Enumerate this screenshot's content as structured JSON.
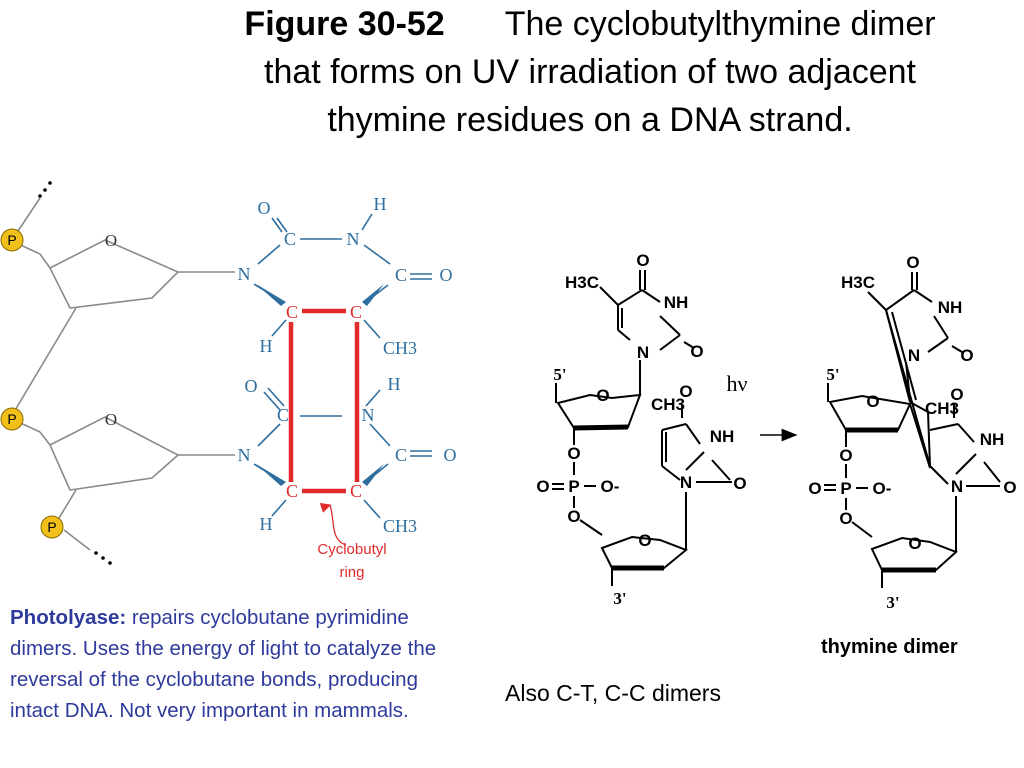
{
  "title": {
    "figure": "Figure 30-52",
    "line1": "The cyclobutylthymine dimer",
    "line2": "that forms on UV irradiation of two adjacent",
    "line3": "thymine residues on a DNA strand."
  },
  "left_diagram": {
    "phosphate": "P",
    "ring_o": "O",
    "atom_c": "C",
    "atom_n": "N",
    "atom_o": "O",
    "atom_h": "H",
    "ch3": "CH3",
    "dots": "...",
    "callout_line1": "Cyclobutyl",
    "callout_line2": "ring",
    "colors": {
      "blue": "#2d6e9e",
      "red": "#e02a2a",
      "gray": "#8a8a8a",
      "phosphate": "#f2c01a"
    }
  },
  "right_diagram": {
    "h3c": "H3C",
    "ch3": "CH3",
    "nh": "NH",
    "n": "N",
    "o": "O",
    "o_minus": "O-",
    "p": "P",
    "five_prime": "5'",
    "three_prime": "3'",
    "hv": "hν",
    "arrow": "arrow-right-icon"
  },
  "note": {
    "label": "Photolyase:",
    "text": " repairs cyclobutane pyrimidine dimers. Uses the energy of light to catalyze the reversal of the cyclobutane bonds, producing intact DNA. Not very important in mammals."
  },
  "also_text": "Also C-T, C-C dimers",
  "dimer_label": "thymine dimer"
}
